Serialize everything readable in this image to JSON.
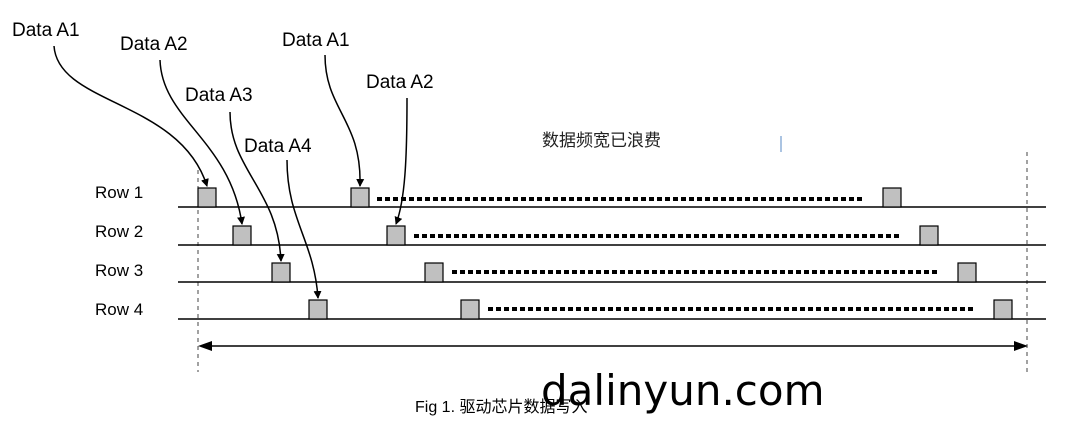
{
  "data_labels": [
    {
      "text": "Data A1"
    },
    {
      "text": "Data A2"
    },
    {
      "text": "Data A3"
    },
    {
      "text": "Data A4"
    },
    {
      "text": "Data A1"
    },
    {
      "text": "Data A2"
    }
  ],
  "rows": [
    {
      "label": "Row 1"
    },
    {
      "label": "Row 2"
    },
    {
      "label": "Row 3"
    },
    {
      "label": "Row 4"
    }
  ],
  "note": "数据频宽已浪费",
  "caption": "Fig 1. 驱动芯片数据写入",
  "watermark": "dalinyun.com",
  "colors": {
    "cell_fill": "#c0c0c0",
    "line": "#000000"
  }
}
